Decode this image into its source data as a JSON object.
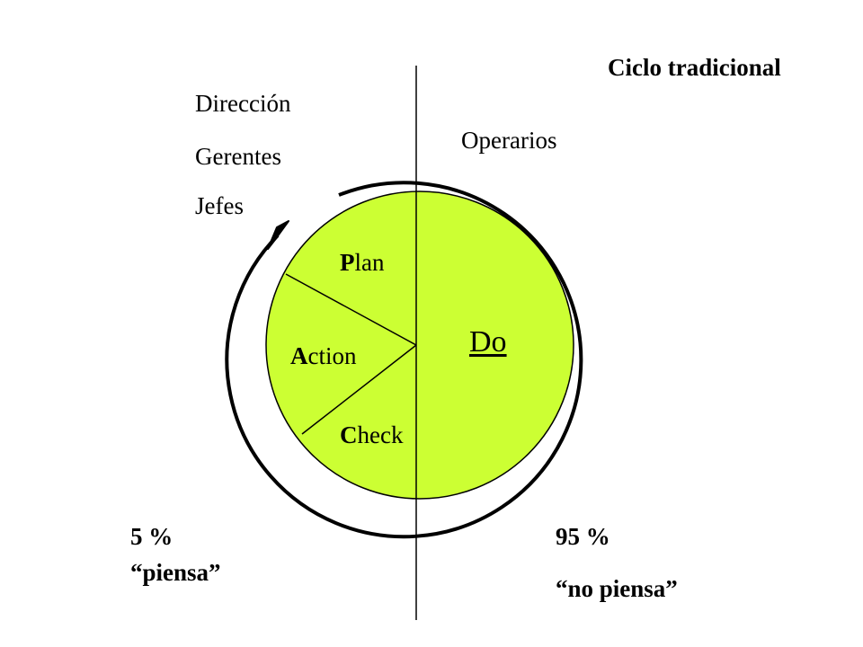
{
  "title": "Ciclo tradicional",
  "management": {
    "lines": [
      "Dirección",
      "Gerentes",
      "Jefes"
    ]
  },
  "workers": "Operarios",
  "cycle": {
    "plan": {
      "initial": "P",
      "rest": "lan"
    },
    "action": {
      "initial": "A",
      "rest": "ction"
    },
    "check": {
      "initial": "C",
      "rest": "heck"
    },
    "do": "Do"
  },
  "left_stat": {
    "percent": "5 %",
    "label": "“piensa”"
  },
  "right_stat": {
    "percent": "95 %",
    "label": "“no piensa”"
  },
  "colors": {
    "circle_fill": "#ccff33",
    "stroke": "#000000",
    "background": "#ffffff"
  }
}
